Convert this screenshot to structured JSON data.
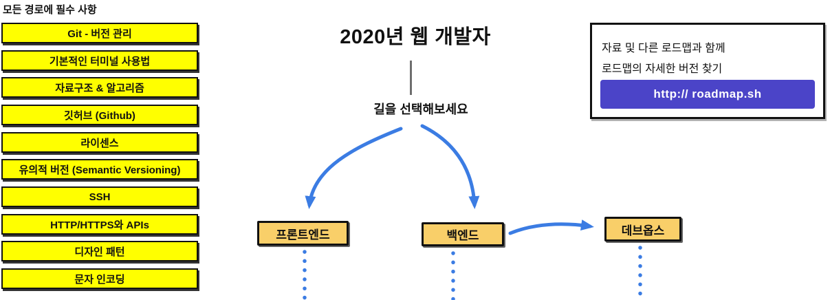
{
  "colors": {
    "node_yellow": "#ffff00",
    "node_orange": "#f9cf69",
    "arrow_blue": "#3b7ce3",
    "button_purple": "#4b44c8",
    "border_black": "#111111",
    "line_gray": "#6e6e6e"
  },
  "sidebar": {
    "heading": "모든 경로에 필수 사항",
    "items": [
      "Git - 버전 관리",
      "기본적인 터미널 사용법",
      "자료구조 & 알고리즘",
      "깃허브 (Github)",
      "라이센스",
      "유의적 버전 (Semantic Versioning)",
      "SSH",
      "HTTP/HTTPS와 APIs",
      "디자인 패턴",
      "문자 인코딩"
    ]
  },
  "main": {
    "title": "2020년 웹 개발자",
    "subtitle": "길을 선택해보세요",
    "nodes": {
      "frontend": "프론트엔드",
      "backend": "백엔드",
      "devops": "데브옵스"
    }
  },
  "info_box": {
    "line1": "자료 및 다른 로드맵과 함께",
    "line2": "로드맵의 자세한 버전 찾기",
    "button_label": "http:// roadmap.sh"
  }
}
